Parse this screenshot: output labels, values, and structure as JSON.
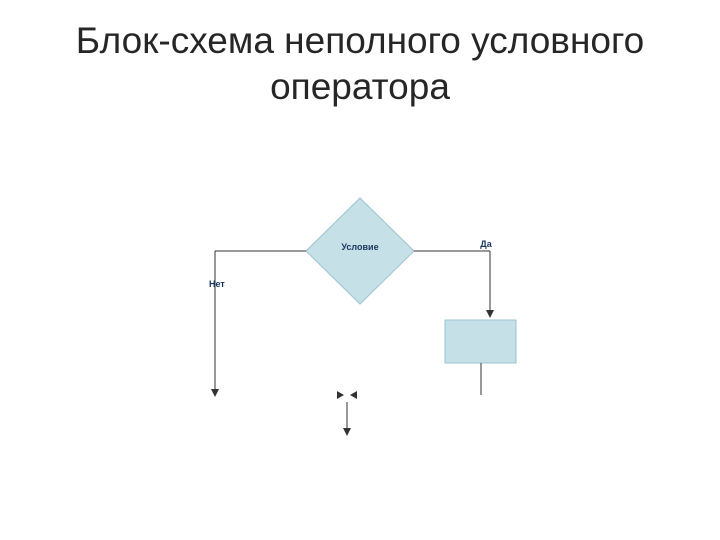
{
  "title": {
    "line1": "Блок-схема неполного условного",
    "line2": "оператора"
  },
  "flowchart": {
    "condition_label": "Условие",
    "yes_label": "Да",
    "no_label": "Нет",
    "colors": {
      "shape_fill": "#c6e0e8",
      "shape_stroke": "#9cc3d0",
      "line": "#333333",
      "label": "#17365d",
      "title": "#262626",
      "background": "#ffffff"
    }
  }
}
